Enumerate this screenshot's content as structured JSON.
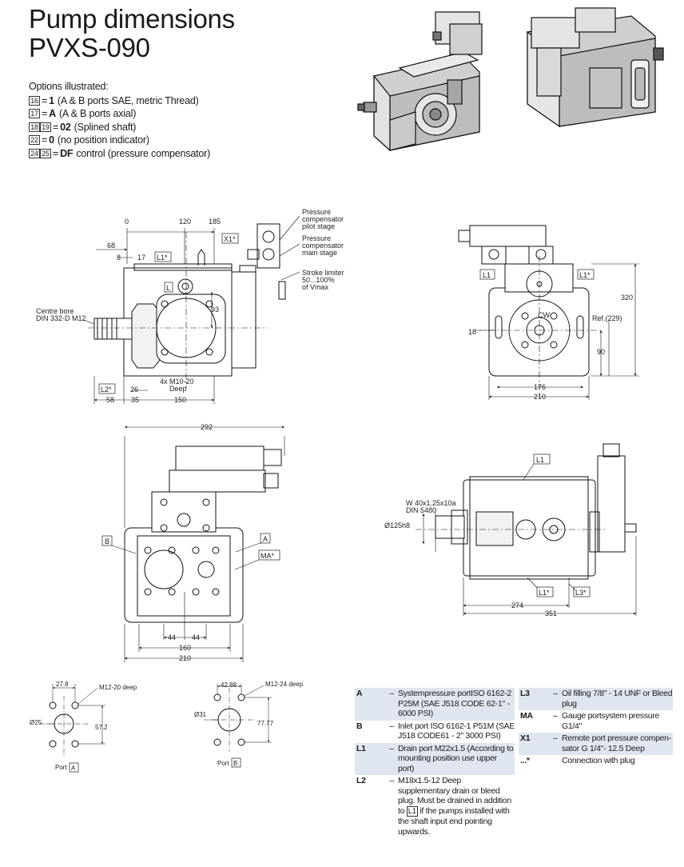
{
  "title": {
    "line1": "Pump dimensions",
    "line2": "PVXS-090"
  },
  "options": {
    "heading": "Options illustrated:",
    "items": [
      {
        "boxes": [
          "16"
        ],
        "code": "1",
        "desc": "(A & B ports SAE,  metric Thread)"
      },
      {
        "boxes": [
          "17"
        ],
        "code": "A",
        "desc": "(A & B ports axial)"
      },
      {
        "boxes": [
          "18",
          "19"
        ],
        "code": "02",
        "desc": "(Splined shaft)"
      },
      {
        "boxes": [
          "22"
        ],
        "code": "0",
        "desc": "(no position indicator)"
      },
      {
        "boxes": [
          "24",
          "25"
        ],
        "code": "DF",
        "desc": "control (pressure  compensator)"
      }
    ]
  },
  "side_view": {
    "dim_0": "0",
    "dim_120": "120",
    "dim_185": "185",
    "dim_68": "68",
    "dim_8": "8",
    "dim_17": "17",
    "dim_93": "93",
    "dim_26": "26",
    "dim_58": "58",
    "dim_35": "35",
    "dim_150": "150",
    "x1": "X1*",
    "l1": "L1*",
    "l": "L",
    "l2": "L2*",
    "centre_bore_1": "Centre bore",
    "centre_bore_2": "DIN 332-D M12",
    "holes_1": "4x M10-20",
    "holes_2": "Deep",
    "pilot_1": "Pressure",
    "pilot_2": "compensator",
    "pilot_3": "pilot stage",
    "main_1": "Pressure",
    "main_2": "compensator",
    "main_3": "main stage",
    "stroke_1": "Stroke limiter",
    "stroke_2": "50...100%",
    "stroke_3": "of Vmax"
  },
  "front_view": {
    "l1": "L1",
    "l1s": "L1*",
    "cw": "CW",
    "dim_18": "18",
    "dim_320": "320",
    "ref": "Ref.(229)",
    "dim_90": "90",
    "dim_176": "176",
    "dim_210": "210"
  },
  "port_view": {
    "dim_292": "292",
    "b": "B",
    "a": "A",
    "ma": "MA*",
    "dim_44a": "44",
    "dim_44b": "44",
    "dim_160": "160",
    "dim_210": "210"
  },
  "side2_view": {
    "l1": "L1",
    "l1s": "L1*",
    "l3": "L3*",
    "spline_1": "W 40x1.25x10a",
    "spline_2": "DIN 5480",
    "dia": "Ø125h8",
    "dim_274": "274",
    "dim_351": "351"
  },
  "port_a": {
    "dim_278": "27.8",
    "thread": "M12-20 deep",
    "dia": "Ø25",
    "dim_572": "57.2",
    "label": "Port",
    "box": "A"
  },
  "port_b": {
    "dim_4288": "42.88",
    "thread": "M12-24 deep",
    "dia": "Ø31",
    "dim_7777": "77.77",
    "label": "Port",
    "box": "B"
  },
  "legend": {
    "left": [
      {
        "key": "A",
        "text": "Systempressure  portISO 6162-2 P25M (SAE J518 CODE 62-1\" - 6000 PSI)",
        "shade": true
      },
      {
        "key": "B",
        "text": "Inlet port ISO 6162-1 P51M (SAE J518 CODE61 - 2\" 3000 PSI)",
        "shade": false
      },
      {
        "key": "L1",
        "text": "Drain port M22x1.5 (According to mounting position use upper port)",
        "shade": true
      },
      {
        "key": "L2",
        "text_pre": "M18x1.5-12 Deep supplementary drain or bleed plug. Must be drained in addition to",
        "box": "L1",
        "text_post": "if the pumps installed with the shaft input end pointing upwards.",
        "shade": false
      }
    ],
    "right": [
      {
        "key": "L3",
        "text": "Oil filling 7/8\" - 14 UNF or Bleed plug",
        "shade": true
      },
      {
        "key": "MA",
        "text": "Gauge portsystem pressure G1/4\"",
        "shade": false
      },
      {
        "key": "X1",
        "text": "Remote port pressure  compen-sator G 1/4\"- 12.5 Deep",
        "shade": true
      },
      {
        "key": "...*",
        "text": "Connection with  plug",
        "shade": false
      }
    ],
    "dash": "–"
  }
}
